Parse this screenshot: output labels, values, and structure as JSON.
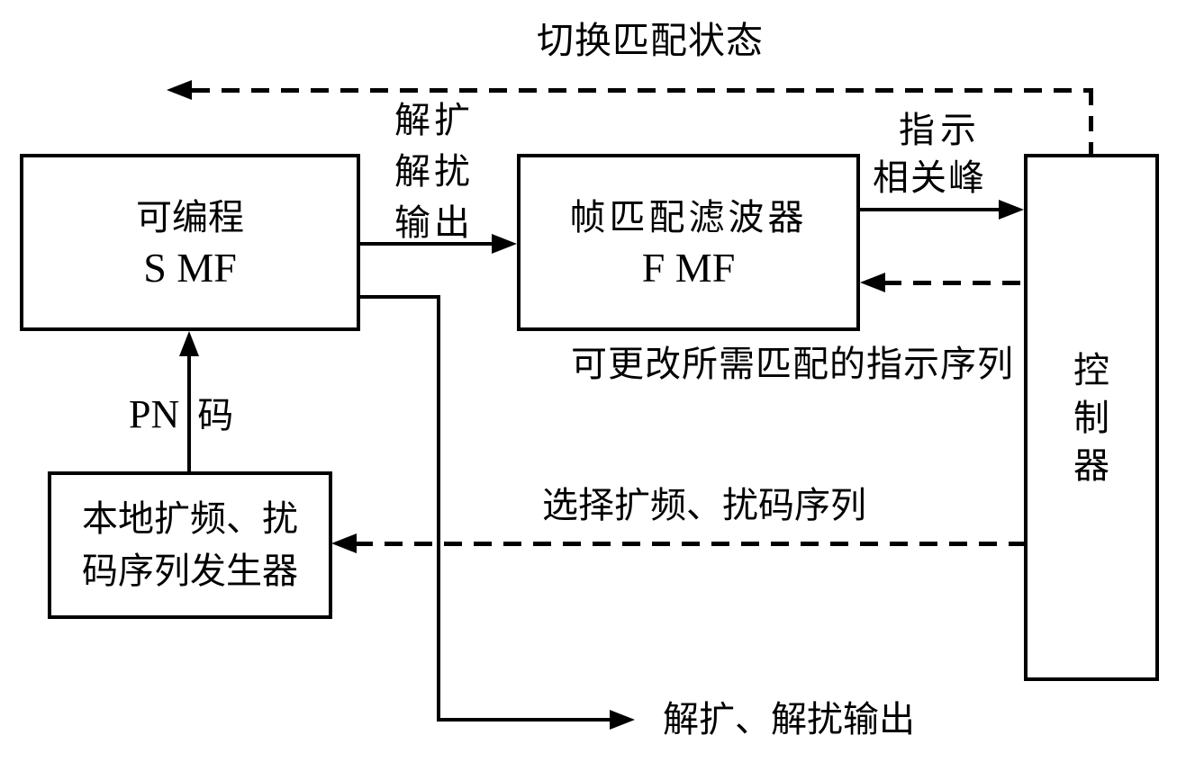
{
  "diagram": {
    "background": "#ffffff",
    "line_color": "#000000",
    "top_label": "切换匹配状态",
    "boxes": {
      "smf": {
        "line1": "可编程",
        "line2": "S MF"
      },
      "fmf": {
        "line1": "帧匹配滤波器",
        "line2": "F MF"
      },
      "controller": {
        "char1": "控",
        "char2": "制",
        "char3": "器"
      },
      "generator": {
        "line1": "本地扩频、扰",
        "line2": "码序列发生器"
      }
    },
    "labels": {
      "despread_line1": "解扩",
      "despread_line2": "解扰",
      "despread_line3": "输出",
      "indicate_line1": "指示",
      "indicate_line2": "相关峰",
      "change_indicator_seq": "可更改所需匹配的指示序列",
      "pn_code_left": "PN",
      "pn_code_right": "码",
      "select_seq": "选择扩频、扰码序列",
      "final_output": "解扩、解扰输出"
    }
  }
}
